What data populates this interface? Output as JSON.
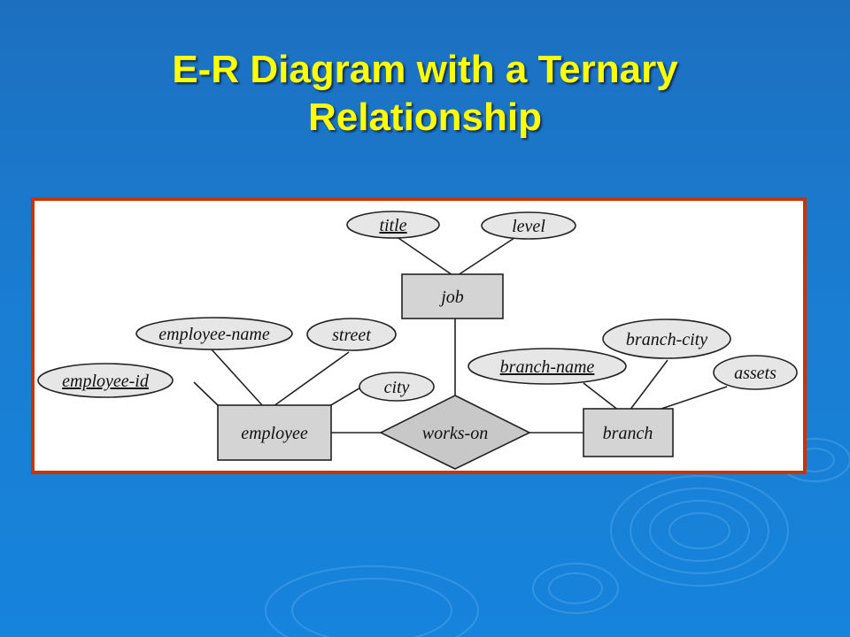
{
  "slide": {
    "title_line1": "E-R Diagram with a Ternary",
    "title_line2": "Relationship"
  },
  "colors": {
    "background": "#1a7ed2",
    "title": "#ffff00",
    "frame_border": "#cc3300",
    "entity_fill": "#d4d4d4",
    "relationship_fill": "#c8c8c8"
  },
  "diagram": {
    "entities": {
      "job": "job",
      "employee": "employee",
      "branch": "branch"
    },
    "relationship": "works-on",
    "attributes": {
      "title": "title",
      "level": "level",
      "employee_name": "employee-name",
      "street": "street",
      "employee_id": "employee-id",
      "city": "city",
      "branch_city": "branch-city",
      "branch_name": "branch-name",
      "assets": "assets"
    },
    "primary_keys": [
      "title",
      "employee-id",
      "branch-name"
    ]
  }
}
